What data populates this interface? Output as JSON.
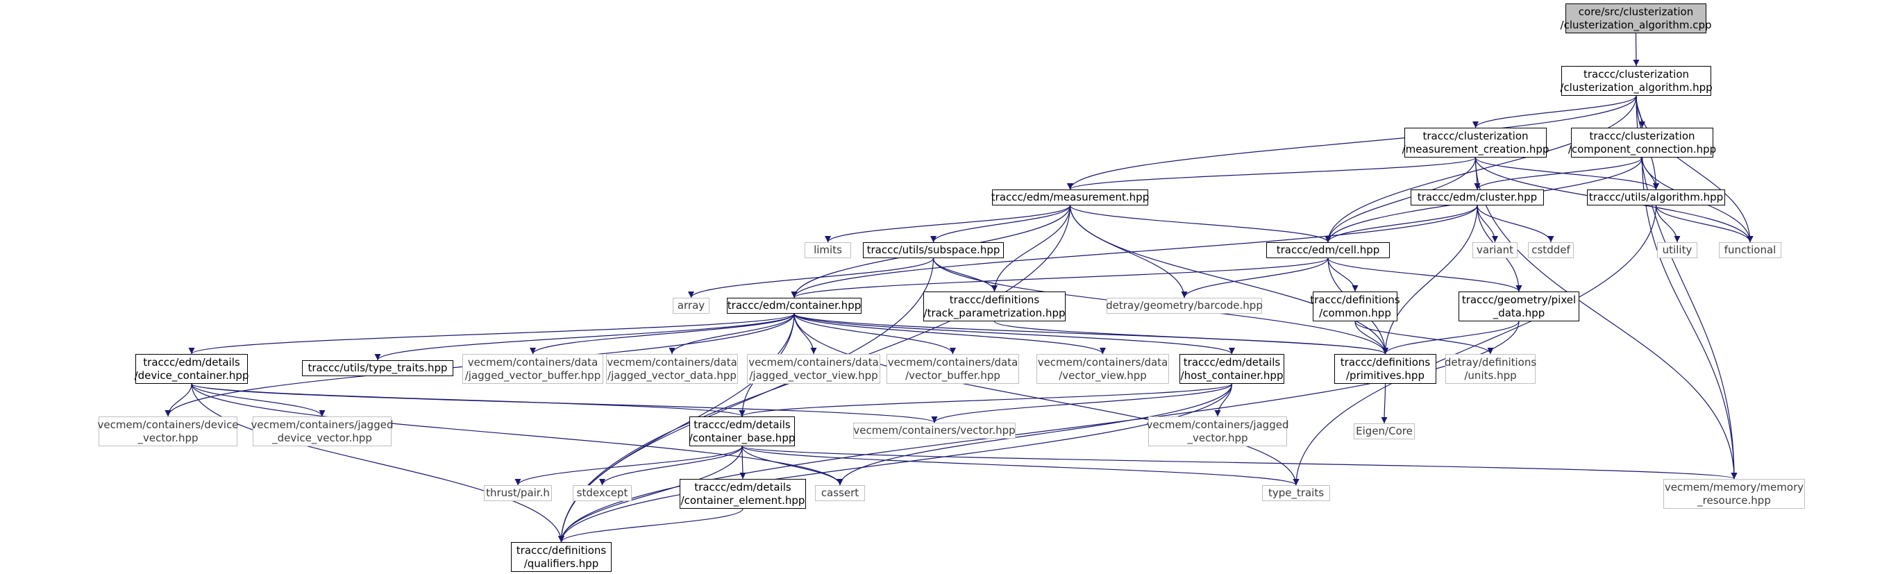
{
  "diagram": {
    "type": "include-dependency-graph",
    "colors": {
      "edge": "#191970",
      "node_border": "#000000",
      "external_node_border": "#bfbfbf",
      "root_fill": "#bfbfbf"
    },
    "nodes": [
      {
        "id": "root",
        "label": "core/src/clusterization\n/clusterization_algorithm.cpp",
        "style": "root"
      },
      {
        "id": "alg_hpp",
        "label": "traccc/clusterization\n/clusterization_algorithm.hpp",
        "style": "main"
      },
      {
        "id": "meas_creation",
        "label": "traccc/clusterization\n/measurement_creation.hpp",
        "style": "main"
      },
      {
        "id": "comp_conn",
        "label": "traccc/clusterization\n/component_connection.hpp",
        "style": "main"
      },
      {
        "id": "measurement",
        "label": "traccc/edm/measurement.hpp",
        "style": "main"
      },
      {
        "id": "cluster",
        "label": "traccc/edm/cluster.hpp",
        "style": "main"
      },
      {
        "id": "utils_alg",
        "label": "traccc/utils/algorithm.hpp",
        "style": "main"
      },
      {
        "id": "limits",
        "label": "limits",
        "style": "ext"
      },
      {
        "id": "subspace",
        "label": "traccc/utils/subspace.hpp",
        "style": "main"
      },
      {
        "id": "cell",
        "label": "traccc/edm/cell.hpp",
        "style": "main"
      },
      {
        "id": "variant",
        "label": "variant",
        "style": "ext"
      },
      {
        "id": "cstddef",
        "label": "cstddef",
        "style": "ext"
      },
      {
        "id": "utility",
        "label": "utility",
        "style": "ext"
      },
      {
        "id": "functional",
        "label": "functional",
        "style": "ext"
      },
      {
        "id": "array",
        "label": "array",
        "style": "ext"
      },
      {
        "id": "container",
        "label": "traccc/edm/container.hpp",
        "style": "main"
      },
      {
        "id": "track_param",
        "label": "traccc/definitions\n/track_parametrization.hpp",
        "style": "main"
      },
      {
        "id": "barcode",
        "label": "detray/geometry/barcode.hpp",
        "style": "ext"
      },
      {
        "id": "common",
        "label": "traccc/definitions\n/common.hpp",
        "style": "main"
      },
      {
        "id": "pixel_data",
        "label": "traccc/geometry/pixel\n_data.hpp",
        "style": "main"
      },
      {
        "id": "device_container",
        "label": "traccc/edm/details\n/device_container.hpp",
        "style": "main"
      },
      {
        "id": "type_traits_hpp",
        "label": "traccc/utils/type_traits.hpp",
        "style": "main"
      },
      {
        "id": "jv_buffer",
        "label": "vecmem/containers/data\n/jagged_vector_buffer.hpp",
        "style": "ext"
      },
      {
        "id": "jv_data",
        "label": "vecmem/containers/data\n/jagged_vector_data.hpp",
        "style": "ext"
      },
      {
        "id": "jv_view",
        "label": "vecmem/containers/data\n/jagged_vector_view.hpp",
        "style": "ext"
      },
      {
        "id": "v_buffer",
        "label": "vecmem/containers/data\n/vector_buffer.hpp",
        "style": "ext"
      },
      {
        "id": "v_view",
        "label": "vecmem/containers/data\n/vector_view.hpp",
        "style": "ext"
      },
      {
        "id": "host_container",
        "label": "traccc/edm/details\n/host_container.hpp",
        "style": "main"
      },
      {
        "id": "primitives",
        "label": "traccc/definitions\n/primitives.hpp",
        "style": "main"
      },
      {
        "id": "units",
        "label": "detray/definitions\n/units.hpp",
        "style": "ext"
      },
      {
        "id": "device_vector",
        "label": "vecmem/containers/device\n_vector.hpp",
        "style": "ext"
      },
      {
        "id": "jagged_device_vector",
        "label": "vecmem/containers/jagged\n_device_vector.hpp",
        "style": "ext"
      },
      {
        "id": "container_base",
        "label": "traccc/edm/details\n/container_base.hpp",
        "style": "main"
      },
      {
        "id": "vector_hpp",
        "label": "vecmem/containers/vector.hpp",
        "style": "ext"
      },
      {
        "id": "jagged_vector",
        "label": "vecmem/containers/jagged\n_vector.hpp",
        "style": "ext"
      },
      {
        "id": "eigen_core",
        "label": "Eigen/Core",
        "style": "ext"
      },
      {
        "id": "thrust_pair",
        "label": "thrust/pair.h",
        "style": "ext"
      },
      {
        "id": "stdexcept",
        "label": "stdexcept",
        "style": "ext"
      },
      {
        "id": "container_element",
        "label": "traccc/edm/details\n/container_element.hpp",
        "style": "main"
      },
      {
        "id": "cassert",
        "label": "cassert",
        "style": "ext"
      },
      {
        "id": "type_traits",
        "label": "type_traits",
        "style": "ext"
      },
      {
        "id": "memory_resource",
        "label": "vecmem/memory/memory\n_resource.hpp",
        "style": "ext"
      },
      {
        "id": "qualifiers",
        "label": "traccc/definitions\n/qualifiers.hpp",
        "style": "main"
      }
    ],
    "edges": [
      [
        "root",
        "alg_hpp"
      ],
      [
        "alg_hpp",
        "meas_creation"
      ],
      [
        "alg_hpp",
        "comp_conn"
      ],
      [
        "alg_hpp",
        "measurement"
      ],
      [
        "alg_hpp",
        "utils_alg"
      ],
      [
        "alg_hpp",
        "cell"
      ],
      [
        "alg_hpp",
        "functional"
      ],
      [
        "alg_hpp",
        "memory_resource"
      ],
      [
        "meas_creation",
        "measurement"
      ],
      [
        "meas_creation",
        "cluster"
      ],
      [
        "meas_creation",
        "cell"
      ],
      [
        "meas_creation",
        "utils_alg"
      ],
      [
        "meas_creation",
        "functional"
      ],
      [
        "meas_creation",
        "memory_resource"
      ],
      [
        "comp_conn",
        "cluster"
      ],
      [
        "comp_conn",
        "cell"
      ],
      [
        "comp_conn",
        "utils_alg"
      ],
      [
        "comp_conn",
        "functional"
      ],
      [
        "comp_conn",
        "memory_resource"
      ],
      [
        "measurement",
        "limits"
      ],
      [
        "measurement",
        "subspace"
      ],
      [
        "measurement",
        "cell"
      ],
      [
        "measurement",
        "container"
      ],
      [
        "measurement",
        "track_param"
      ],
      [
        "measurement",
        "barcode"
      ],
      [
        "measurement",
        "primitives"
      ],
      [
        "measurement",
        "qualifiers"
      ],
      [
        "cluster",
        "cell"
      ],
      [
        "cluster",
        "variant"
      ],
      [
        "cluster",
        "cstddef"
      ],
      [
        "cluster",
        "container"
      ],
      [
        "cluster",
        "pixel_data"
      ],
      [
        "cluster",
        "primitives"
      ],
      [
        "utils_alg",
        "utility"
      ],
      [
        "utils_alg",
        "functional"
      ],
      [
        "utils_alg",
        "type_traits"
      ],
      [
        "subspace",
        "array"
      ],
      [
        "subspace",
        "track_param"
      ],
      [
        "subspace",
        "primitives"
      ],
      [
        "subspace",
        "qualifiers"
      ],
      [
        "cell",
        "container"
      ],
      [
        "cell",
        "barcode"
      ],
      [
        "cell",
        "common"
      ],
      [
        "cell",
        "pixel_data"
      ],
      [
        "cell",
        "primitives"
      ],
      [
        "track_param",
        "primitives"
      ],
      [
        "common",
        "primitives"
      ],
      [
        "common",
        "units"
      ],
      [
        "pixel_data",
        "primitives"
      ],
      [
        "pixel_data",
        "qualifiers"
      ],
      [
        "container",
        "device_container"
      ],
      [
        "container",
        "type_traits_hpp"
      ],
      [
        "container",
        "jv_buffer"
      ],
      [
        "container",
        "jv_data"
      ],
      [
        "container",
        "jv_view"
      ],
      [
        "container",
        "v_buffer"
      ],
      [
        "container",
        "v_view"
      ],
      [
        "container",
        "host_container"
      ],
      [
        "container",
        "primitives"
      ],
      [
        "container",
        "device_vector"
      ],
      [
        "container",
        "container_base"
      ],
      [
        "container",
        "qualifiers"
      ],
      [
        "container",
        "type_traits"
      ],
      [
        "device_container",
        "device_vector"
      ],
      [
        "device_container",
        "jagged_device_vector"
      ],
      [
        "device_container",
        "container_base"
      ],
      [
        "device_container",
        "vector_hpp"
      ],
      [
        "device_container",
        "cassert"
      ],
      [
        "device_container",
        "qualifiers"
      ],
      [
        "host_container",
        "container_base"
      ],
      [
        "host_container",
        "vector_hpp"
      ],
      [
        "host_container",
        "jagged_vector"
      ],
      [
        "host_container",
        "cassert"
      ],
      [
        "host_container",
        "qualifiers"
      ],
      [
        "container_base",
        "thrust_pair"
      ],
      [
        "container_base",
        "stdexcept"
      ],
      [
        "container_base",
        "container_element"
      ],
      [
        "container_base",
        "cassert"
      ],
      [
        "container_base",
        "type_traits"
      ],
      [
        "container_base",
        "memory_resource"
      ],
      [
        "container_base",
        "qualifiers"
      ],
      [
        "container_element",
        "qualifiers"
      ],
      [
        "primitives",
        "eigen_core"
      ]
    ]
  }
}
